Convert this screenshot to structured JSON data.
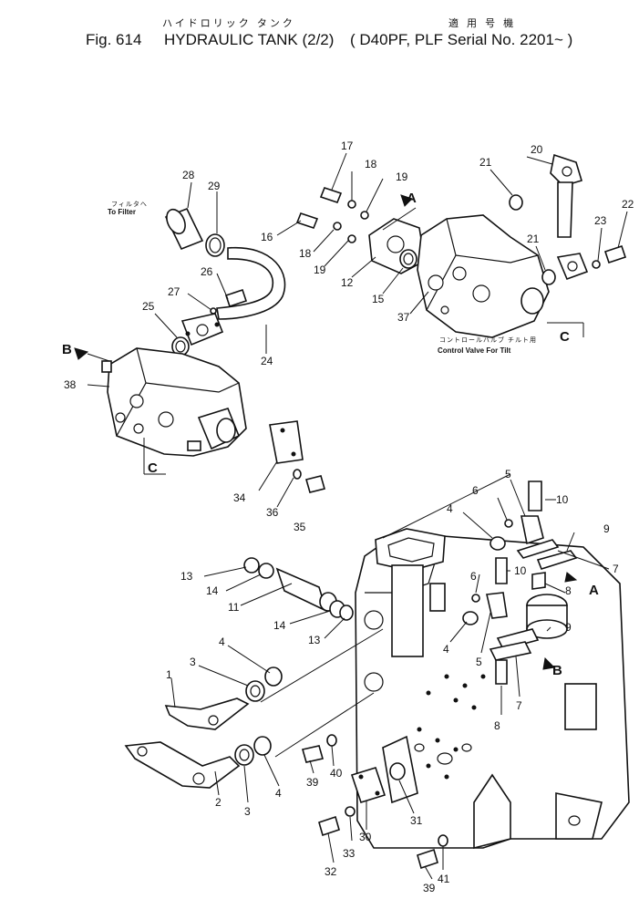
{
  "header": {
    "jp_title": "ハイドロリック タンク",
    "fig_label": "Fig. 614",
    "title": "HYDRAULIC TANK (2/2)",
    "jp_applicable": "適 用 号 機",
    "applicable": "( D40PF, PLF Serial No. 2201~ )"
  },
  "notes": {
    "filter_jp": "フィルタへ",
    "filter": "To Filter",
    "control_jp": "コントロールバルブ  チルト用",
    "control": "Control Valve  For Tilt"
  },
  "callouts": [
    {
      "id": "c28",
      "text": "28"
    },
    {
      "id": "c29",
      "text": "29"
    },
    {
      "id": "c26",
      "text": "26"
    },
    {
      "id": "c27",
      "text": "27"
    },
    {
      "id": "c25",
      "text": "25"
    },
    {
      "id": "c24",
      "text": "24"
    },
    {
      "id": "c38",
      "text": "38"
    },
    {
      "id": "c34",
      "text": "34"
    },
    {
      "id": "c36",
      "text": "36"
    },
    {
      "id": "c35",
      "text": "35"
    },
    {
      "id": "c17",
      "text": "17"
    },
    {
      "id": "c18a",
      "text": "18"
    },
    {
      "id": "c19a",
      "text": "19"
    },
    {
      "id": "c16",
      "text": "16"
    },
    {
      "id": "c18b",
      "text": "18"
    },
    {
      "id": "c19b",
      "text": "19"
    },
    {
      "id": "c12",
      "text": "12"
    },
    {
      "id": "c15",
      "text": "15"
    },
    {
      "id": "c37",
      "text": "37"
    },
    {
      "id": "c21a",
      "text": "21"
    },
    {
      "id": "c20",
      "text": "20"
    },
    {
      "id": "c21b",
      "text": "21"
    },
    {
      "id": "c23",
      "text": "23"
    },
    {
      "id": "c22",
      "text": "22"
    },
    {
      "id": "c5a",
      "text": "5"
    },
    {
      "id": "c10a",
      "text": "10"
    },
    {
      "id": "c6a",
      "text": "6"
    },
    {
      "id": "c4a",
      "text": "4"
    },
    {
      "id": "c9a",
      "text": "9"
    },
    {
      "id": "c7a",
      "text": "7"
    },
    {
      "id": "c8a",
      "text": "8"
    },
    {
      "id": "c6b",
      "text": "6"
    },
    {
      "id": "c10b",
      "text": "10"
    },
    {
      "id": "c4b",
      "text": "4"
    },
    {
      "id": "c5b",
      "text": "5"
    },
    {
      "id": "c9b",
      "text": "9"
    },
    {
      "id": "c7b",
      "text": "7"
    },
    {
      "id": "c8b",
      "text": "8"
    },
    {
      "id": "c13a",
      "text": "13"
    },
    {
      "id": "c14a",
      "text": "14"
    },
    {
      "id": "c11",
      "text": "11"
    },
    {
      "id": "c14b",
      "text": "14"
    },
    {
      "id": "c13b",
      "text": "13"
    },
    {
      "id": "c4c",
      "text": "4"
    },
    {
      "id": "c3a",
      "text": "3"
    },
    {
      "id": "c1",
      "text": "1"
    },
    {
      "id": "c2",
      "text": "2"
    },
    {
      "id": "c3b",
      "text": "3"
    },
    {
      "id": "c4d",
      "text": "4"
    },
    {
      "id": "c39a",
      "text": "39"
    },
    {
      "id": "c40",
      "text": "40"
    },
    {
      "id": "c31",
      "text": "31"
    },
    {
      "id": "c30",
      "text": "30"
    },
    {
      "id": "c33",
      "text": "33"
    },
    {
      "id": "c32",
      "text": "32"
    },
    {
      "id": "c39b",
      "text": "39"
    },
    {
      "id": "c41",
      "text": "41"
    }
  ],
  "arrows": [
    {
      "id": "arrowA1",
      "text": "A"
    },
    {
      "id": "arrowA2",
      "text": "A"
    },
    {
      "id": "arrowB1",
      "text": "B"
    },
    {
      "id": "arrowB2",
      "text": "B"
    },
    {
      "id": "arrowC1",
      "text": "C"
    },
    {
      "id": "arrowC2",
      "text": "C"
    }
  ]
}
